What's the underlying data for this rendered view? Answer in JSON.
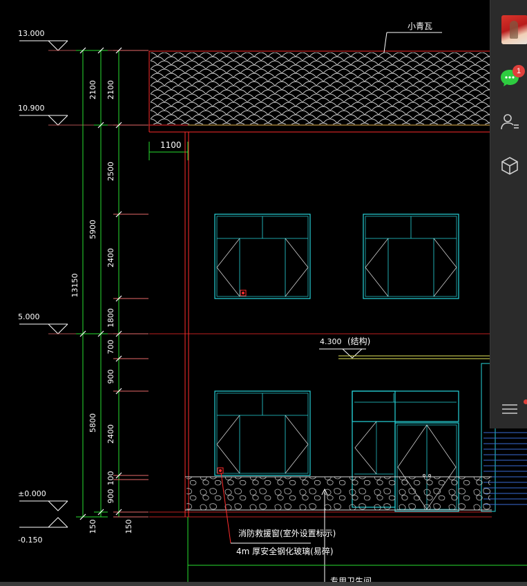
{
  "drawing": {
    "levels": {
      "roof_top": "13.000",
      "eave": "10.900",
      "floor2": "5.000",
      "ground": "±0.000",
      "outdoor": "-0.150"
    },
    "dim_outer_left": [
      "2100",
      "5900",
      "5800",
      "150"
    ],
    "dim_outer_total": "13150",
    "dim_inner_left": [
      "2100",
      "2500",
      "2400",
      "1800",
      "700",
      "900",
      "2400",
      "100",
      "900",
      "150"
    ],
    "dim_eave_overhang": "1100",
    "label_roof": "小青瓦",
    "label_structure_level": "4.300",
    "label_structure": "(结构)",
    "note_line1": "消防救援窗(室外设置标示)",
    "note_line2": "4m 厚安全钢化玻璃(易碎)",
    "note_partial": "专用卫生间"
  },
  "sidebar": {
    "avatar_label": "",
    "chat_badge": "1",
    "icons": [
      "chat-icon",
      "contacts-icon",
      "cube-icon",
      "menu-icon"
    ]
  },
  "colors": {
    "background": "#000000",
    "dim_green": "#28e12f",
    "wall_red": "#ff2d2d",
    "window_cyan": "#27d6dc",
    "dim_pink": "#e86a6a",
    "text_white": "#ffffff",
    "yellow_line": "#e6e85a",
    "blue_band": "#3a6bd6"
  }
}
